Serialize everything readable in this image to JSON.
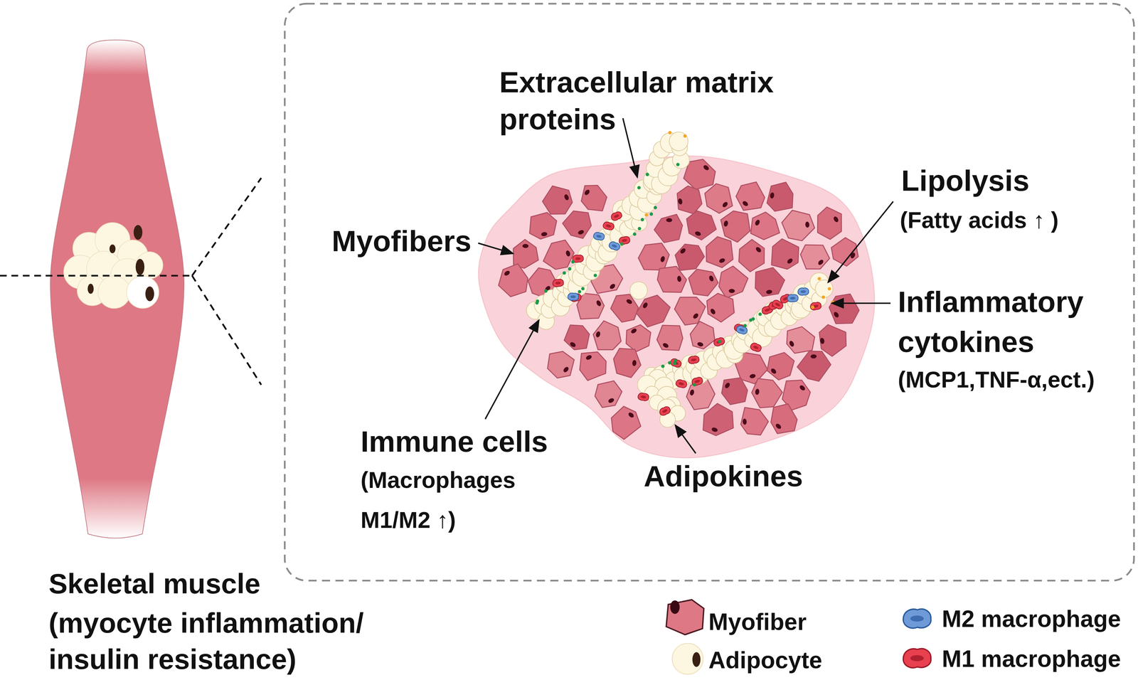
{
  "diagram": {
    "labels": [
      "Extracellular matrix proteins",
      "Myofibers",
      "Lipolysis",
      "(Fatty acids ↑ )",
      "Inflammatory cytokines",
      "(MCP1,TNF-α,ect.)",
      "Immune cells",
      "(Macrophages M1/M2 ↑)",
      "Adipokines",
      "Skeletal muscle",
      "(myocyte inflammation/ insulin resistance)"
    ],
    "legend": [
      {
        "text": "Myofiber"
      },
      {
        "text": "Adipocyte"
      },
      {
        "text": "M2 macrophage"
      },
      {
        "text": "M1 macrophage"
      }
    ]
  }
}
